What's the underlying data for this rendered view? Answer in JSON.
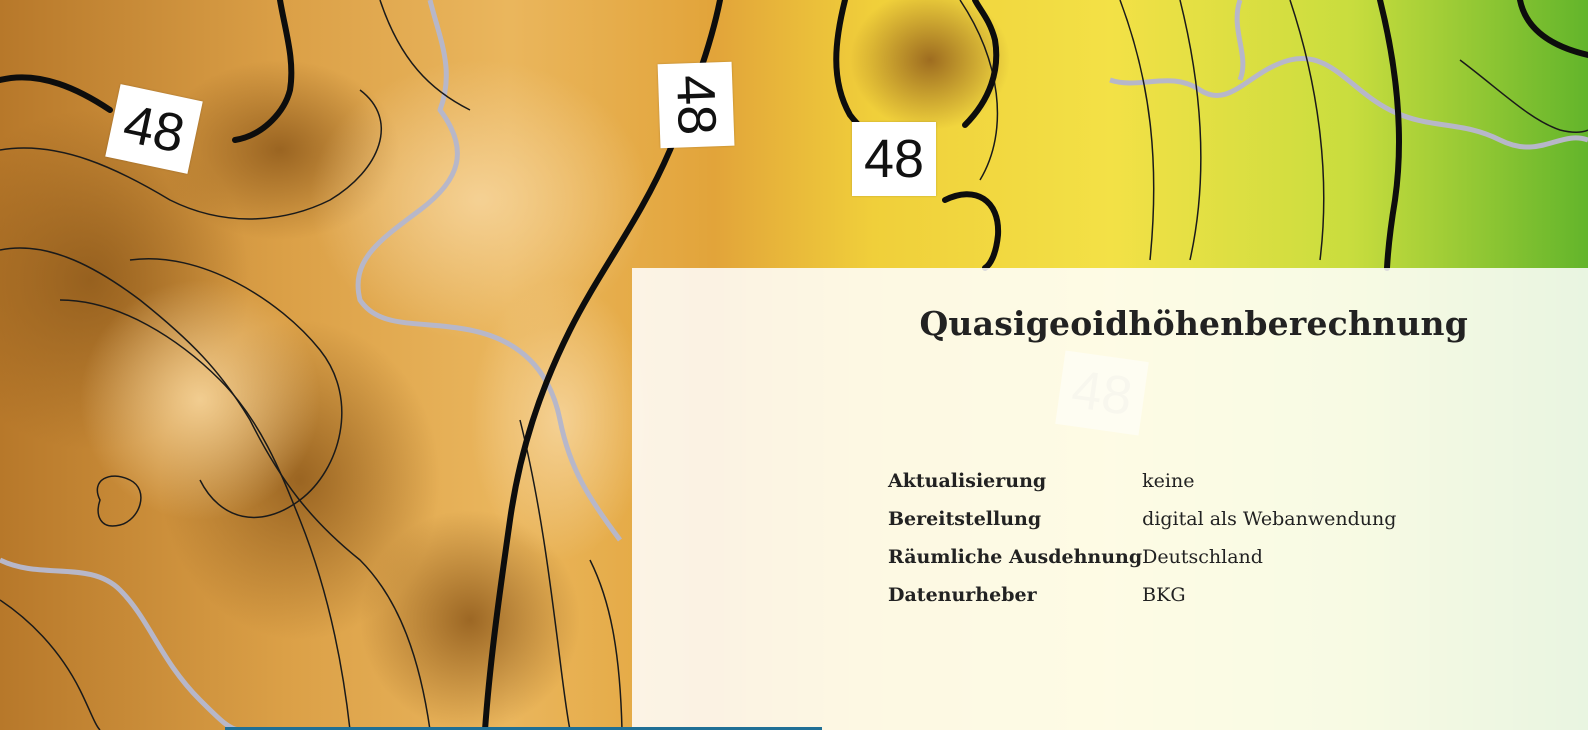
{
  "panel": {
    "title": "Quasigeoidhöhenberechnung"
  },
  "info_rows": [
    {
      "label": "Aktualisierung",
      "value": "keine"
    },
    {
      "label": "Bereitstellung",
      "value": "digital als Webanwendung"
    },
    {
      "label": "Räumliche Ausdehnung",
      "value": "Deutschland"
    },
    {
      "label": "Datenurheber",
      "value": "BKG"
    }
  ],
  "map": {
    "contour_labels": [
      "48",
      "48",
      "48",
      "48"
    ],
    "colors": {
      "terrain_dark": "#a56a22",
      "terrain_mid": "#e0a94a",
      "terrain_light": "#f1cf8c",
      "terrain_yellow": "#f2df35",
      "terrain_green": "#6fbc2d",
      "border_line": "#b7b7c9",
      "contour_line": "#111111",
      "accent_bar": "#1f6f95"
    }
  }
}
